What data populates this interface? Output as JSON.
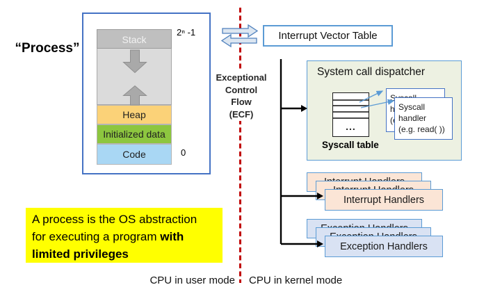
{
  "process": {
    "label": "“Process”",
    "address_top": "2ⁿ -1",
    "address_bottom": "0",
    "regions": {
      "stack": "Stack",
      "heap": "Heap",
      "initialized_data": "Initialized data",
      "code": "Code"
    }
  },
  "ecf": {
    "lines": [
      "Exceptional",
      "Control",
      "Flow",
      "(ECF)"
    ]
  },
  "ivt": {
    "label": "Interrupt Vector Table"
  },
  "dispatcher": {
    "title": "System call dispatcher",
    "table_label": "Syscall table",
    "table_ellipsis": "...",
    "handler_lines": [
      "Syscall",
      "handler",
      "(e.g. read( ))"
    ]
  },
  "handlers": {
    "interrupt_label": "Interrupt Handlers",
    "exception_label": "Exception Handlers"
  },
  "note": {
    "lines": [
      {
        "normal": "A process is the OS abstraction",
        "bold": ""
      },
      {
        "normal": "for executing a program ",
        "bold": "with"
      },
      {
        "normal": "",
        "bold": "limited privileges"
      }
    ]
  },
  "modes": {
    "user": "CPU in user mode",
    "kernel": "CPU in kernel mode"
  },
  "icons": {
    "flow_arrow_right": "block-arrow-right",
    "flow_arrow_left": "block-arrow-left",
    "stack_growth": "block-arrow-down",
    "heap_growth": "block-arrow-up"
  },
  "colors": {
    "boundary_red": "#C00000",
    "highlight_yellow": "#FFFF00",
    "accent_blue": "#5B9BD5",
    "process_border_blue": "#4472C4",
    "heap_orange": "#FBD278",
    "initialized_data_green": "#8DC63F",
    "code_blue": "#A9D7F4",
    "stack_gray": "#BFBFBF",
    "dispatcher_green": "#EDF1E2",
    "interrupt_peach": "#FBE5D6",
    "exception_blue": "#D9E2F3"
  }
}
